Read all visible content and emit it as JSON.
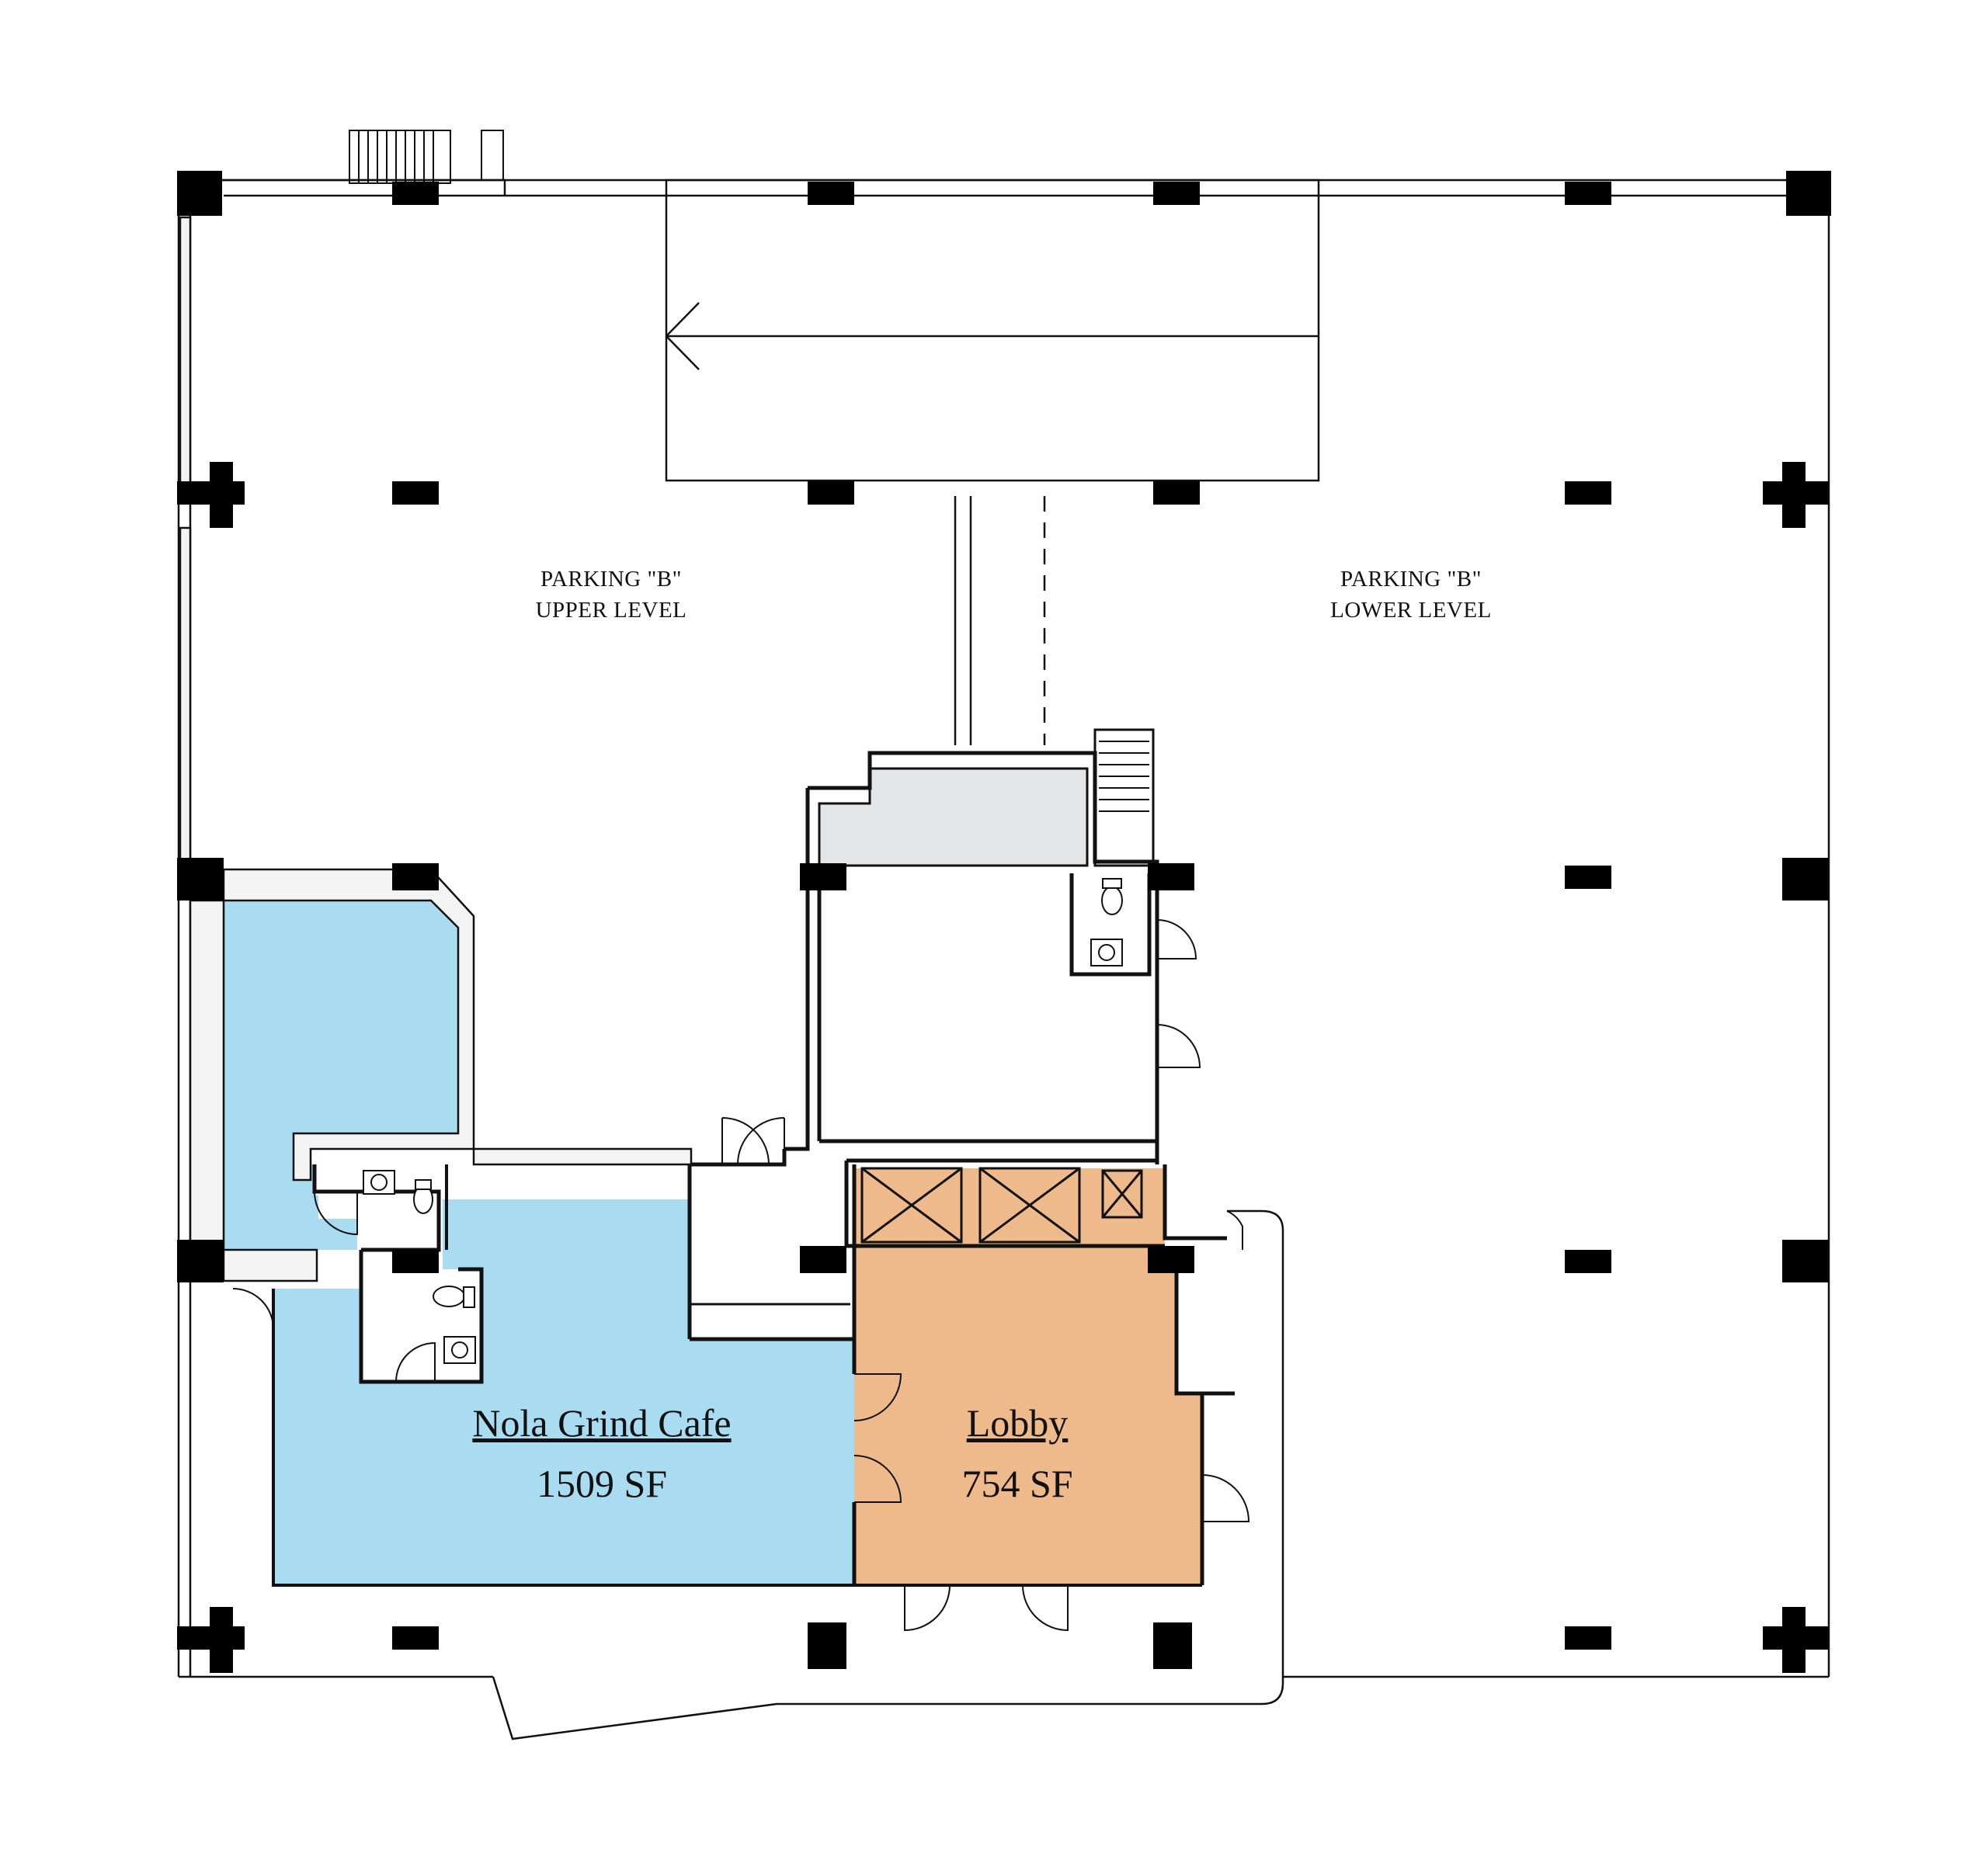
{
  "labels": {
    "parking_upper_line1": "PARKING \"B\"",
    "parking_upper_line2": "UPPER LEVEL",
    "parking_lower_line1": "PARKING \"B\"",
    "parking_lower_line2": "LOWER LEVEL"
  },
  "spaces": {
    "cafe": {
      "name": "Nola Grind Cafe",
      "area": "1509 SF",
      "color": "#a9dcf0"
    },
    "lobby": {
      "name": "Lobby",
      "area": "754 SF",
      "color": "#efba8b"
    }
  },
  "colors": {
    "wall": "#111111",
    "core_gray": "#e4e5e6",
    "wall_fill": "#eeeeee"
  }
}
